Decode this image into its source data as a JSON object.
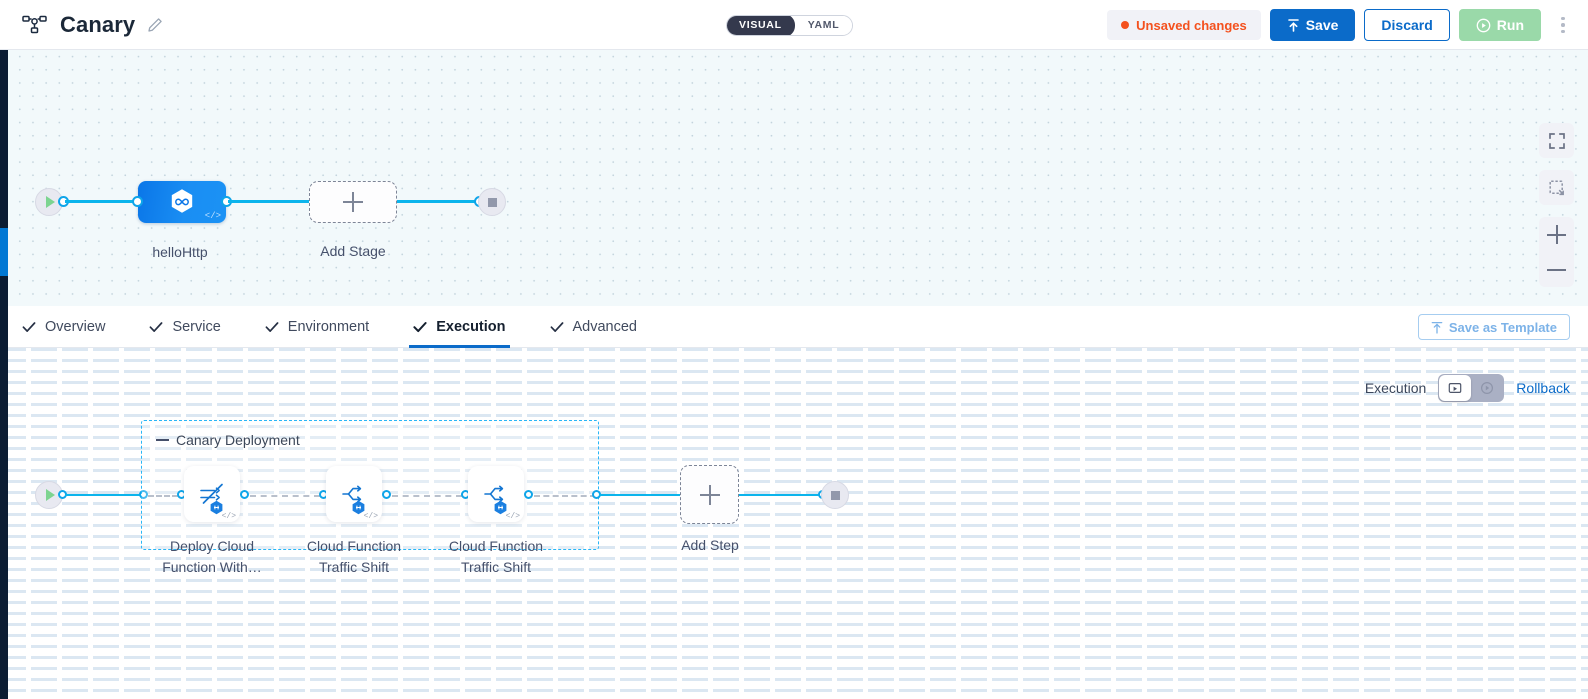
{
  "header": {
    "pipeline_icon": "pipeline-nodes-icon",
    "title": "Canary",
    "edit_icon": "pencil-icon",
    "view_toggle": {
      "options": [
        "VISUAL",
        "YAML"
      ],
      "selected": "VISUAL"
    },
    "unsaved_label": "Unsaved changes",
    "save_label": "Save",
    "discard_label": "Discard",
    "run_label": "Run",
    "more_icon": "kebab-menu-icon",
    "accent_blue": "#0b6bc9",
    "warning_orange": "#f4511e",
    "run_green": "#9ad9a9"
  },
  "stage_canvas": {
    "start_node": "start-trigger-icon",
    "stage": {
      "label": "helloHttp",
      "icon": "infinity-hexagon-icon",
      "code_badge": "</>"
    },
    "add_stage_label": "Add Stage",
    "end_node": "end-stop-icon",
    "controls": {
      "fullscreen_icon": "fullscreen-icon",
      "fit_view_icon": "fit-to-view-icon",
      "zoom_in_icon": "zoom-in-icon",
      "zoom_out_icon": "zoom-out-icon"
    }
  },
  "tabs": [
    {
      "label": "Overview",
      "checked": true,
      "active": false
    },
    {
      "label": "Service",
      "checked": true,
      "active": false
    },
    {
      "label": "Environment",
      "checked": true,
      "active": false
    },
    {
      "label": "Execution",
      "checked": true,
      "active": true
    },
    {
      "label": "Advanced",
      "checked": true,
      "active": false
    }
  ],
  "save_as_template": {
    "label": "Save as Template",
    "icon": "save-template-icon"
  },
  "execution_bar": {
    "label": "Execution",
    "toggle": {
      "left_icon": "execution-view-icon",
      "right_icon": "rollback-view-icon",
      "selected": "execution"
    },
    "rollback_label": "Rollback"
  },
  "execution_canvas": {
    "start_node": "start-trigger-icon",
    "group": {
      "title": "Canary Deployment",
      "collapse_icon": "collapse-dash-icon",
      "steps": [
        {
          "label": "Deploy Cloud\nFunction With…",
          "label_line1": "Deploy Cloud",
          "label_line2": "Function With…",
          "icon": "deploy-arrows-icon",
          "badge": "hexagon-badge-icon",
          "code_badge": "</>"
        },
        {
          "label": "Cloud Function\nTraffic Shift",
          "label_line1": "Cloud Function",
          "label_line2": "Traffic Shift",
          "icon": "traffic-split-icon",
          "badge": "hexagon-badge-icon",
          "code_badge": "</>"
        },
        {
          "label": "Cloud Function\nTraffic Shift",
          "label_line1": "Cloud Function",
          "label_line2": "Traffic Shift",
          "icon": "traffic-split-icon",
          "badge": "hexagon-badge-icon",
          "code_badge": "</>"
        }
      ]
    },
    "add_step_label": "Add Step",
    "end_node": "end-stop-icon"
  }
}
